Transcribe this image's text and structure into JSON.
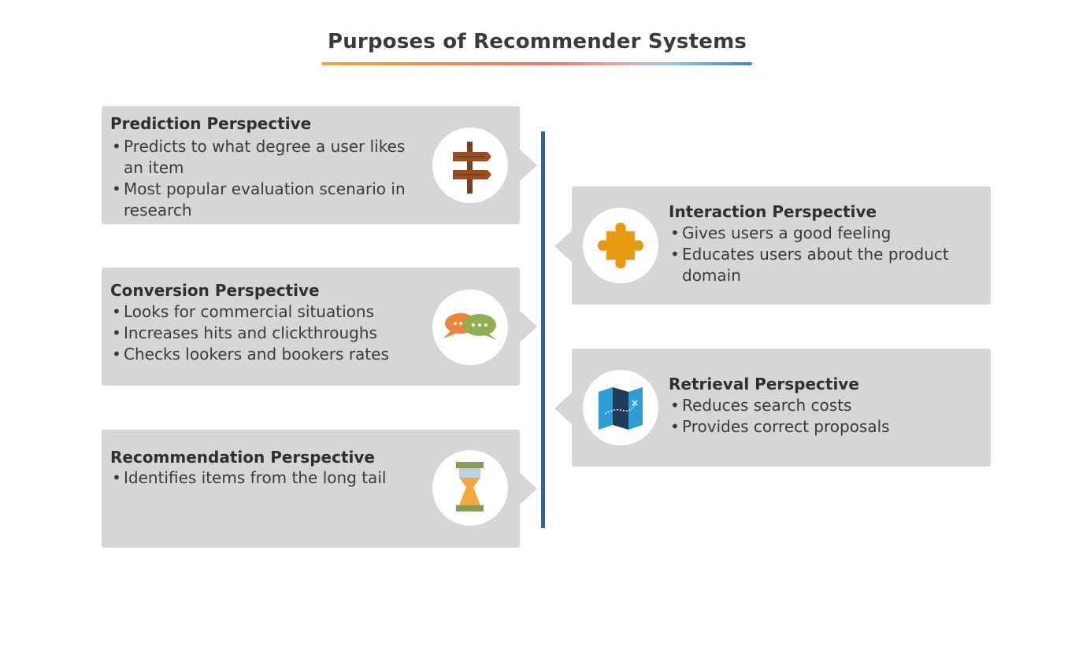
{
  "title": "Purposes of Recommender Systems",
  "colors": {
    "card_background": "#d6d6d6",
    "timeline": "#2f63a6",
    "underline_gradient": [
      "#f3a53b",
      "#ec7a67",
      "#9ccbe6",
      "#3b87c6"
    ]
  },
  "left_cards": [
    {
      "heading": "Prediction Perspective",
      "bullets": [
        "Predicts to what degree a user likes an item",
        "Most popular evaluation scenario in research"
      ],
      "icon": "signpost-icon"
    },
    {
      "heading": "Conversion Perspective",
      "bullets": [
        "Looks for commercial situations",
        "Increases hits and clickthroughs",
        "Checks lookers and bookers rates"
      ],
      "icon": "chat-bubbles-icon"
    },
    {
      "heading": "Recommendation Perspective",
      "bullets": [
        "Identifies items from the long tail"
      ],
      "icon": "hourglass-icon"
    }
  ],
  "right_cards": [
    {
      "heading": "Interaction Perspective",
      "bullets": [
        "Gives users a good feeling",
        "Educates users about the product domain"
      ],
      "icon": "puzzle-piece-icon"
    },
    {
      "heading": "Retrieval Perspective",
      "bullets": [
        "Reduces search costs",
        "Provides correct proposals"
      ],
      "icon": "map-icon"
    }
  ]
}
